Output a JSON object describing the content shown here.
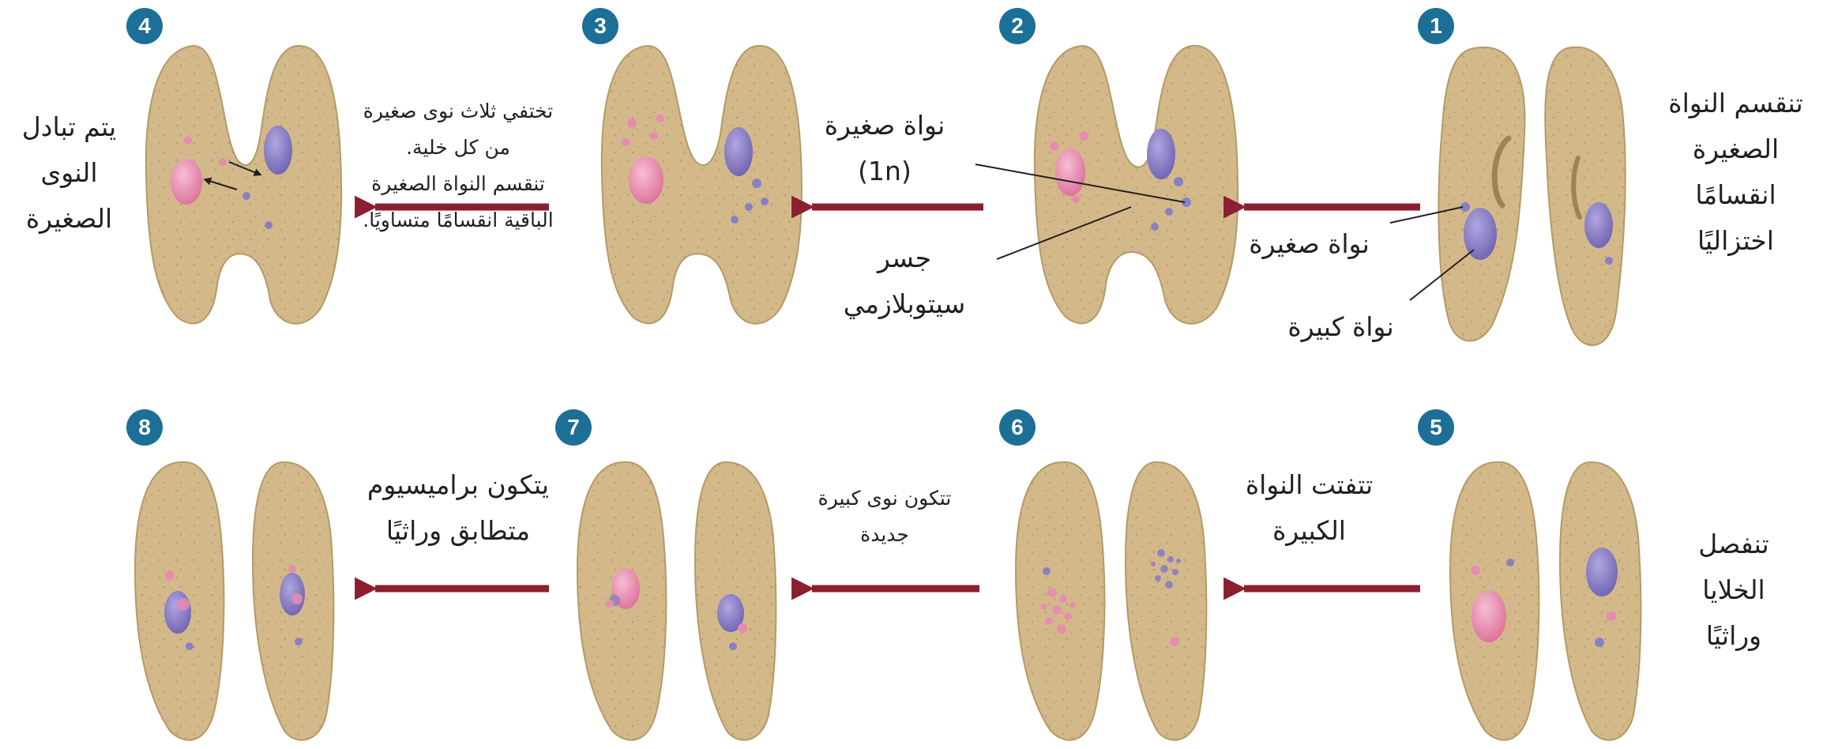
{
  "steps": [
    {
      "number": "1",
      "description": [
        "تنقسم النواة",
        "الصغيرة",
        "انقسامًا",
        "اختزاليًا"
      ]
    },
    {
      "number": "2"
    },
    {
      "number": "3",
      "description": [
        "تختفي ثلاث نوى صغيرة",
        "من كل خلية.",
        "تنقسم النواة الصغيرة",
        "الباقية انقسامًا متساويًا."
      ]
    },
    {
      "number": "4",
      "description": [
        "يتم تبادل",
        "النوى",
        "الصغيرة"
      ]
    },
    {
      "number": "5",
      "description": [
        "تنفصل",
        "الخلايا",
        "وراثيًا"
      ]
    },
    {
      "number": "6",
      "description": [
        "تتفتت النواة",
        "الكبيرة"
      ]
    },
    {
      "number": "7",
      "description": [
        "تتكون نوى كبيرة",
        "جديدة"
      ]
    },
    {
      "number": "8",
      "description": [
        "يتكون براميسيوم",
        "متطابق وراثيًا"
      ]
    }
  ],
  "labels": {
    "micronucleus_step1": "نواة صغيرة",
    "macronucleus_step1": "نواة كبيرة",
    "micronucleus_step2": [
      "نواة صغيرة",
      "(1n)"
    ],
    "cytoplasmic_bridge": [
      "جسر",
      "سيتوبلازمي"
    ]
  },
  "colors": {
    "cell_fill": "#d3b98a",
    "cell_outline": "#b49a66",
    "macronucleus": "#8a7fc4",
    "micronucleus_pink": "#e88bb0",
    "arrow": "#8b1e2f",
    "badge": "#1c6f96"
  }
}
